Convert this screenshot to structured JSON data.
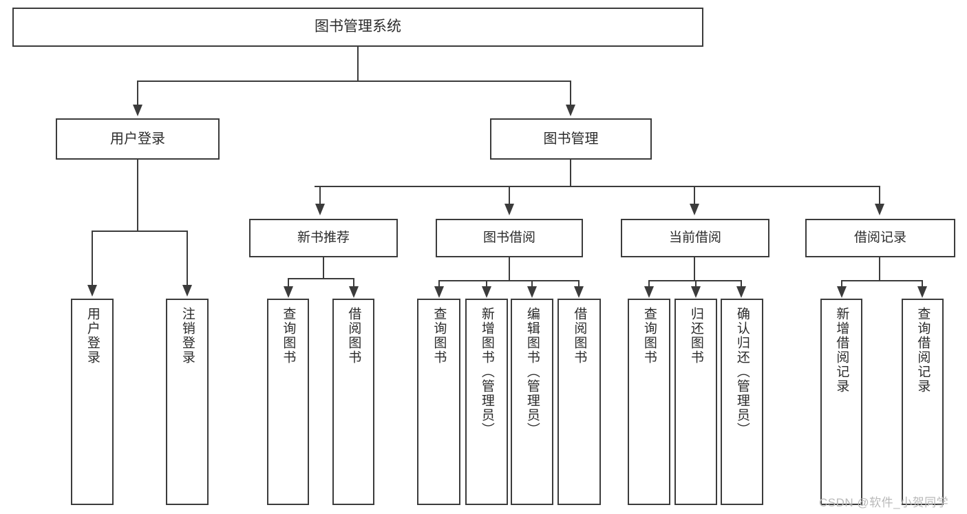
{
  "diagram": {
    "title": "图书管理系统",
    "type": "tree-hierarchy",
    "theme": {
      "background": "#ffffff",
      "box_border": "#3b3b3b",
      "box_fill": "#ffffff",
      "text": "#2b2b2b",
      "connector": "#3b3b3b",
      "watermark_color": "#b9b9b9"
    },
    "root": {
      "label": "图书管理系统"
    },
    "level1": [
      {
        "label": "用户登录"
      },
      {
        "label": "图书管理"
      }
    ],
    "level2": [
      {
        "label": "新书推荐"
      },
      {
        "label": "图书借阅"
      },
      {
        "label": "当前借阅"
      },
      {
        "label": "借阅记录"
      }
    ],
    "leaves": {
      "user_login": [
        {
          "label": "用户登录"
        },
        {
          "label": "注销登录"
        }
      ],
      "new_book_recommend": [
        {
          "label": "查询图书"
        },
        {
          "label": "借阅图书"
        }
      ],
      "book_borrow": [
        {
          "label": "查询图书"
        },
        {
          "label": "新增图书（管理员）"
        },
        {
          "label": "编辑图书（管理员）"
        },
        {
          "label": "借阅图书"
        }
      ],
      "current_borrow": [
        {
          "label": "查询图书"
        },
        {
          "label": "归还图书"
        },
        {
          "label": "确认归还（管理员）"
        }
      ],
      "borrow_record": [
        {
          "label": "新增借阅记录"
        },
        {
          "label": "查询借阅记录"
        }
      ]
    }
  },
  "watermark": {
    "text": "CSDN @软件_小贺同学"
  }
}
